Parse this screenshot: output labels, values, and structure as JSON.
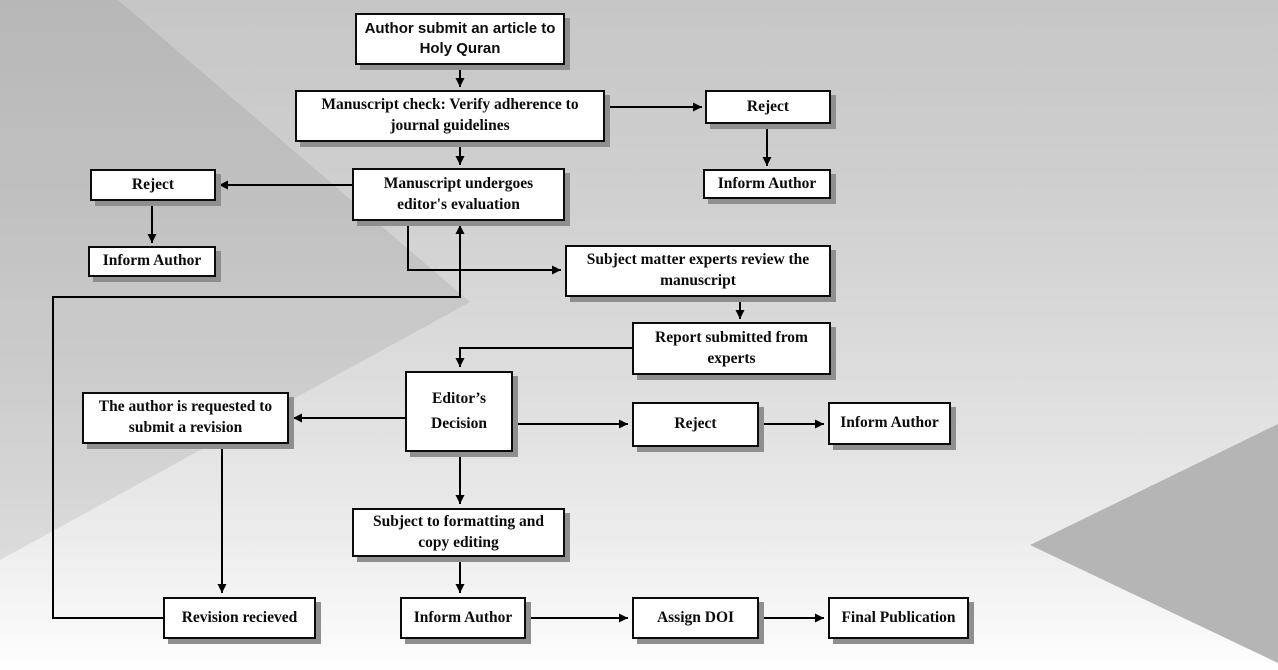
{
  "diagram": {
    "type": "flowchart",
    "subject": "Journal article submission and review workflow",
    "colors": {
      "box_fill": "#ffffff",
      "box_border": "#0b0b0b",
      "box_shadow": "#8f8f8f",
      "arrow": "#000000",
      "background_top": "#c6c6c6",
      "background_bottom": "#ffffff",
      "background_triangle": "#b5b5b5"
    },
    "nodes": [
      {
        "id": "author-submit",
        "label": "Author submit an article to Holy Quran"
      },
      {
        "id": "manuscript-check",
        "label": "Manuscript check: Verify adherence to journal guidelines"
      },
      {
        "id": "reject-top",
        "label": "Reject"
      },
      {
        "id": "inform-author-top-right",
        "label": "Inform Author"
      },
      {
        "id": "reject-left",
        "label": "Reject"
      },
      {
        "id": "editor-evaluation",
        "label": "Manuscript undergoes editor's evaluation"
      },
      {
        "id": "inform-author-left",
        "label": "Inform Author"
      },
      {
        "id": "experts-review",
        "label": "Subject matter experts review the manuscript"
      },
      {
        "id": "report-experts",
        "label": "Report submitted from experts"
      },
      {
        "id": "revision-request",
        "label": "The author is requested to submit a revision"
      },
      {
        "id": "editors-decision",
        "label": "Editor’s Decision"
      },
      {
        "id": "reject-mid",
        "label": "Reject"
      },
      {
        "id": "inform-author-mid",
        "label": "Inform Author"
      },
      {
        "id": "formatting",
        "label": "Subject to formatting and copy editing"
      },
      {
        "id": "revision-received",
        "label": "Revision recieved"
      },
      {
        "id": "inform-author-bottom",
        "label": "Inform Author"
      },
      {
        "id": "assign-doi",
        "label": "Assign DOI"
      },
      {
        "id": "final-publication",
        "label": "Final Publication"
      }
    ],
    "edges": [
      {
        "from": "author-submit",
        "to": "manuscript-check"
      },
      {
        "from": "manuscript-check",
        "to": "reject-top"
      },
      {
        "from": "reject-top",
        "to": "inform-author-top-right"
      },
      {
        "from": "manuscript-check",
        "to": "editor-evaluation"
      },
      {
        "from": "editor-evaluation",
        "to": "reject-left"
      },
      {
        "from": "reject-left",
        "to": "inform-author-left"
      },
      {
        "from": "editor-evaluation",
        "to": "experts-review"
      },
      {
        "from": "experts-review",
        "to": "report-experts"
      },
      {
        "from": "report-experts",
        "to": "editors-decision"
      },
      {
        "from": "editors-decision",
        "to": "revision-request"
      },
      {
        "from": "editors-decision",
        "to": "reject-mid"
      },
      {
        "from": "reject-mid",
        "to": "inform-author-mid"
      },
      {
        "from": "editors-decision",
        "to": "formatting"
      },
      {
        "from": "revision-request",
        "to": "revision-received"
      },
      {
        "from": "revision-received",
        "to": "editor-evaluation"
      },
      {
        "from": "formatting",
        "to": "inform-author-bottom"
      },
      {
        "from": "inform-author-bottom",
        "to": "assign-doi"
      },
      {
        "from": "assign-doi",
        "to": "final-publication"
      }
    ]
  }
}
